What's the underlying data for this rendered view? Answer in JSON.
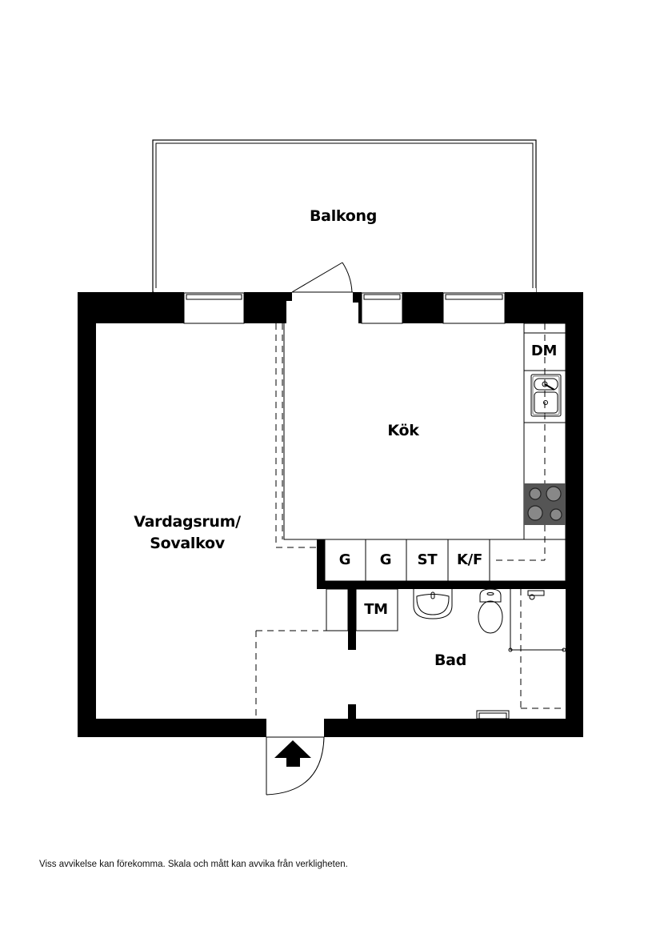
{
  "floorplan": {
    "rooms": {
      "balcony": "Balkong",
      "kitchen": "Kök",
      "living_line1": "Vardagsrum/",
      "living_line2": "Sovalkov",
      "bathroom": "Bad"
    },
    "fixtures": {
      "dishwasher": "DM",
      "cabinet_1": "G",
      "cabinet_2": "G",
      "wardrobe": "ST",
      "fridge_freezer": "K/F",
      "washing_machine": "TM"
    },
    "entrance_icon": "entrance-arrow-icon",
    "colors": {
      "wall": "#000000",
      "stove": "#555555",
      "background": "#ffffff"
    }
  },
  "footer": {
    "disclaimer": "Viss avvikelse kan förekomma. Skala och mått kan avvika från verkligheten."
  }
}
